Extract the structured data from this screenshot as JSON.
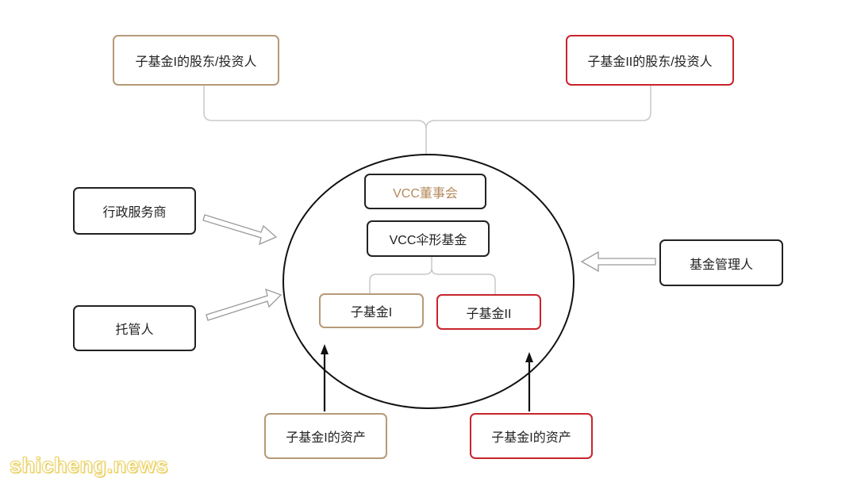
{
  "diagram": {
    "top_left_investors": "子基金I的股东/投资人",
    "top_right_investors": "子基金II的股东/投资人",
    "board": "VCC董事会",
    "umbrella_fund": "VCC伞形基金",
    "sub_fund_1": "子基金I",
    "sub_fund_2": "子基金II",
    "administrator": "行政服务商",
    "custodian": "托管人",
    "fund_manager": "基金管理人",
    "sub_fund_1_assets": "子基金I的资产",
    "sub_fund_2_assets": "子基金I的资产"
  },
  "watermark": "shicheng.news",
  "colors": {
    "gold_border": "#b59a78",
    "red_border": "#c8242c",
    "dark_border": "#222222",
    "connector": "#c8c8c8"
  }
}
